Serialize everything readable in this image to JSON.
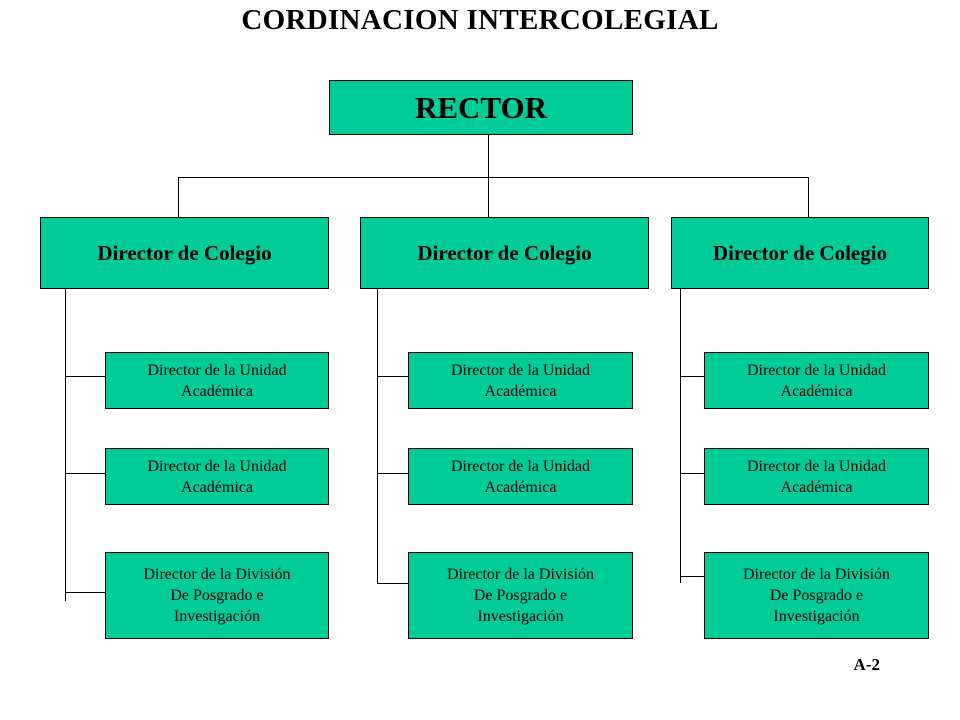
{
  "title": "CORDINACION INTERCOLEGIAL",
  "rector": "RECTOR",
  "colegios": [
    {
      "label": "Director de Colegio",
      "units": [
        {
          "lines": [
            "Director de la Unidad",
            "Académica"
          ]
        },
        {
          "lines": [
            "Director de la Unidad",
            "Académica"
          ]
        },
        {
          "lines": [
            "Director de la División",
            "De Posgrado e",
            "Investigación"
          ]
        }
      ]
    },
    {
      "label": "Director de Colegio",
      "units": [
        {
          "lines": [
            "Director de la Unidad",
            "Académica"
          ]
        },
        {
          "lines": [
            "Director de la Unidad",
            "Académica"
          ]
        },
        {
          "lines": [
            "Director de la División",
            "De Posgrado e",
            "Investigación"
          ]
        }
      ]
    },
    {
      "label": "Director de Colegio",
      "units": [
        {
          "lines": [
            "Director de la Unidad",
            "Académica"
          ]
        },
        {
          "lines": [
            "Director de la Unidad",
            "Académica"
          ]
        },
        {
          "lines": [
            "Director de la División",
            "De Posgrado e",
            "Investigación"
          ]
        }
      ]
    }
  ],
  "page_label": "A-2",
  "colors": {
    "box_fill": "#00cc99",
    "line": "#000000"
  }
}
